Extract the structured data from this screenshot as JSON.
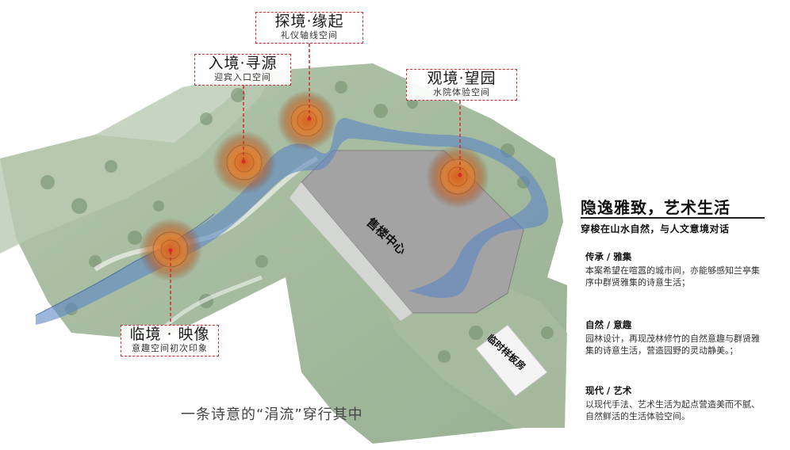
{
  "callouts": {
    "tan_jing": {
      "title": "探境·缘起",
      "sub": "礼仪轴线空间"
    },
    "ru_jing": {
      "title": "入境·寻源",
      "sub": "迎宾入口空间"
    },
    "guan_jing": {
      "title": "观境·望园",
      "sub": "水院体验空间"
    },
    "lin_jing": {
      "title": "临境 · 映像",
      "sub": "意趣空间初次印象"
    }
  },
  "map_labels": {
    "sales_center": "售楼中心",
    "temp_house": "临时样板房"
  },
  "panel": {
    "headline": "隐逸雅致，艺术生活",
    "subtitle": "穿梭在山水自然，与人文意境对话",
    "sections": [
      {
        "heading": "传承 / 雅集",
        "body": "本案希望在喧嚣的城市间，亦能够感知兰亭集序中群贤雅集的诗意生活；"
      },
      {
        "heading": "自然 / 意趣",
        "body": "园林设计，再现茂林修竹的自然意趣与群贤雅集的诗意生活，营造园野的灵动静美。；"
      },
      {
        "heading": "现代 / 艺术",
        "body": "以现代手法、艺术生活为起点营造美而不腻、自然鲜活的生活体验空间。"
      }
    ]
  },
  "slogan": "一条诗意的“涓流”穿行其中",
  "colors": {
    "accent_red": "#d42a2a",
    "water_blue": "#5b86c4",
    "node_orange": "#e07a2a",
    "green": "#8fae84",
    "building_gray": "#9a9a9a"
  }
}
